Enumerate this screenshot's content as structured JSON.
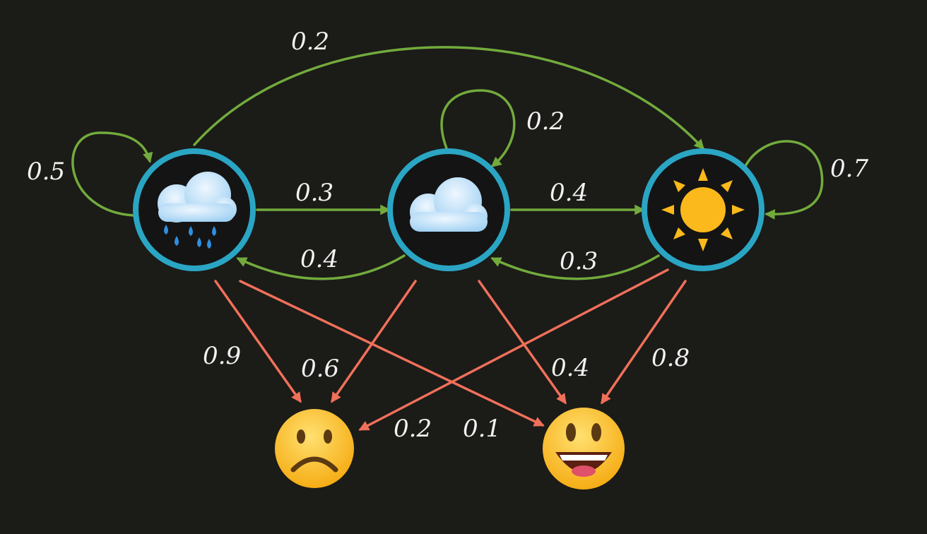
{
  "colors": {
    "background": "#1b1b18",
    "state_ring": "#2aa6c4",
    "transition_arrow": "#72ab3c",
    "emission_arrow": "#f0705a",
    "label": "#f2f2f2"
  },
  "states": [
    {
      "id": "rainy",
      "icon": "rain-cloud-icon"
    },
    {
      "id": "cloudy",
      "icon": "cloud-icon"
    },
    {
      "id": "sunny",
      "icon": "sun-icon"
    }
  ],
  "observations": [
    {
      "id": "sad",
      "icon": "frowning-face-icon"
    },
    {
      "id": "happy",
      "icon": "smiling-face-icon"
    }
  ],
  "transitions": {
    "rainy_self": "0.5",
    "rainy_to_sunny": "0.2",
    "rainy_to_cloudy": "0.3",
    "cloudy_to_rainy": "0.4",
    "cloudy_self": "0.2",
    "cloudy_to_sunny": "0.4",
    "sunny_to_cloudy": "0.3",
    "sunny_self": "0.7"
  },
  "emissions": {
    "rainy_to_sad": "0.9",
    "rainy_to_happy": "0.1",
    "cloudy_to_sad": "0.6",
    "cloudy_to_happy": "0.4",
    "sunny_to_sad": "0.2",
    "sunny_to_happy": "0.8"
  }
}
